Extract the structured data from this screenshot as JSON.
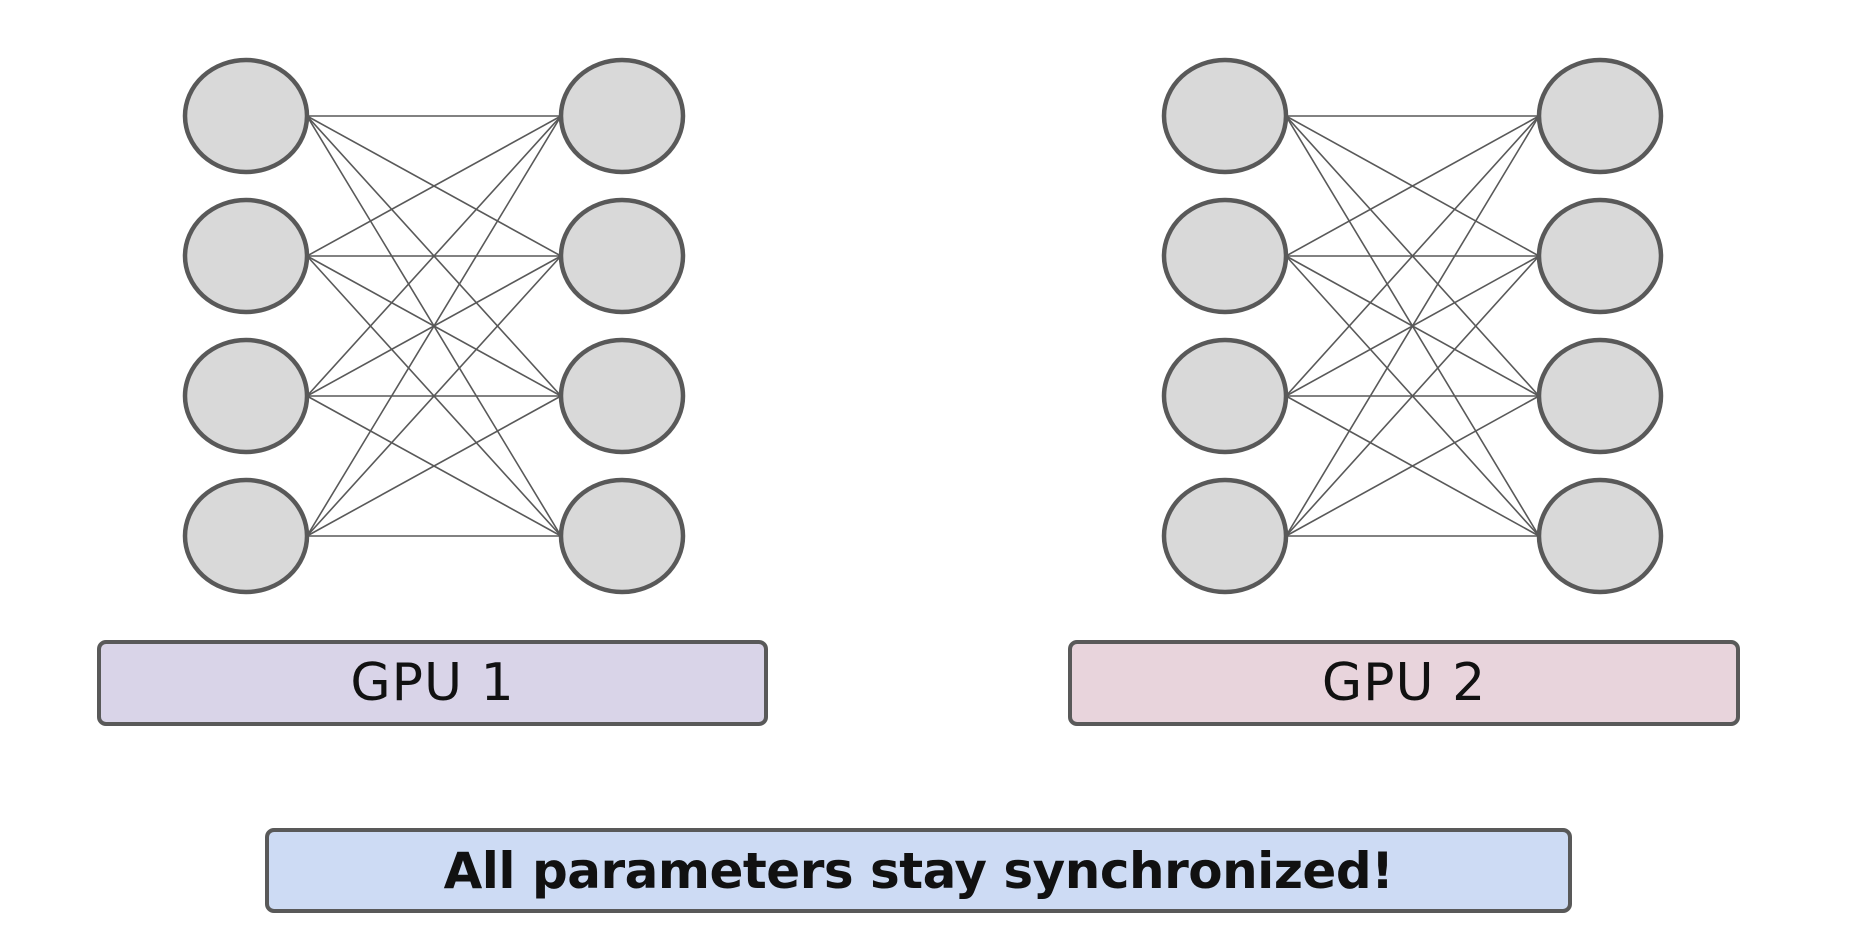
{
  "gpus": [
    {
      "label": "GPU 1",
      "color": "#d9d4e8"
    },
    {
      "label": "GPU 2",
      "color": "#e8d4dc"
    }
  ],
  "network": {
    "layers": [
      4,
      4
    ],
    "neuron_fill": "#d9d9d9",
    "stroke_color": "#595959"
  },
  "footer": {
    "message": "All parameters stay synchronized!",
    "color": "#cddbf4"
  }
}
